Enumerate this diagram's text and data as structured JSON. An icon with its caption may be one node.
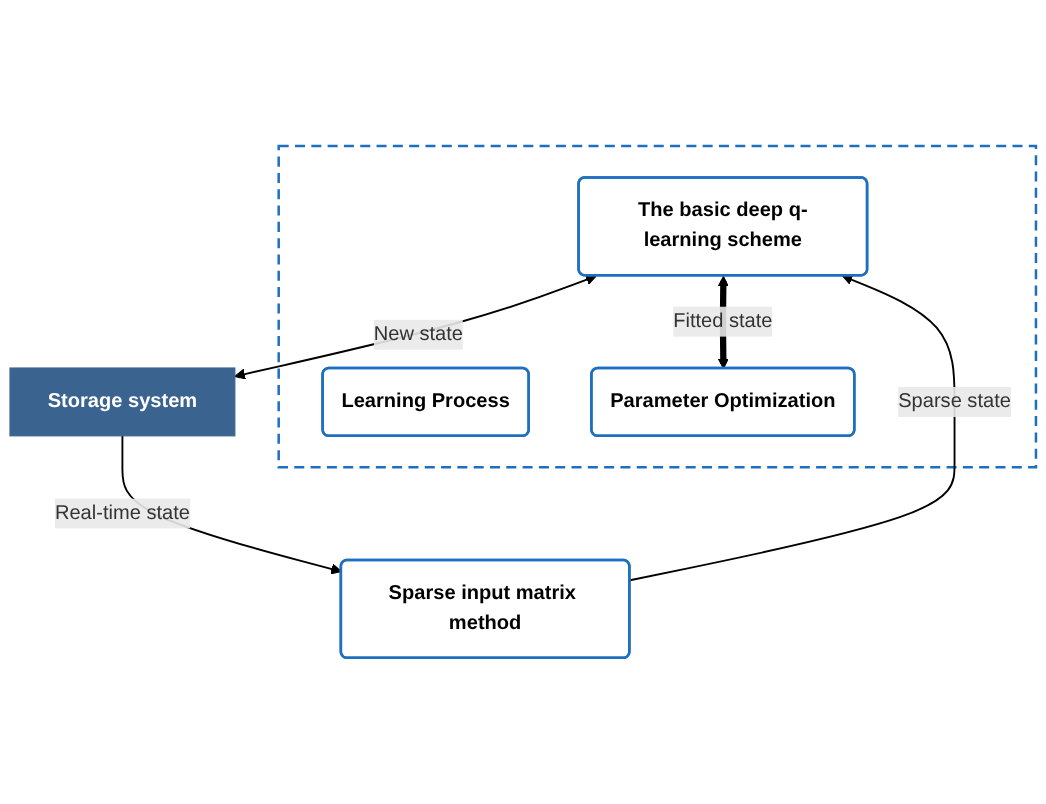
{
  "diagram": {
    "nodes": [
      {
        "text": [],
        "shape": "box"
      },
      {
        "text": [
          "Learning Process"
        ],
        "in": 0
      },
      {
        "text": [
          "The basic deep q-learning scheme"
        ],
        "in": 0
      },
      {
        "text": [
          "Parameter Optimization"
        ],
        "in": 0
      },
      {
        "text": [
          "Sparse input matrix method"
        ]
      },
      {
        "text": [
          "Storage system"
        ]
      }
    ],
    "edges": [
      {
        "from": 4,
        "to": 2,
        "arrow": "to",
        "label": "Sparse state"
      },
      {
        "from": 2,
        "to": 3,
        "arrow": "both",
        "label": "Fitted state",
        "style": "thick"
      },
      {
        "from": 2,
        "to": 5,
        "arrow": "both",
        "label": "New state"
      },
      {
        "from": 5,
        "to": 4,
        "arrow": "to",
        "label": "Real-time state"
      }
    ]
  }
}
